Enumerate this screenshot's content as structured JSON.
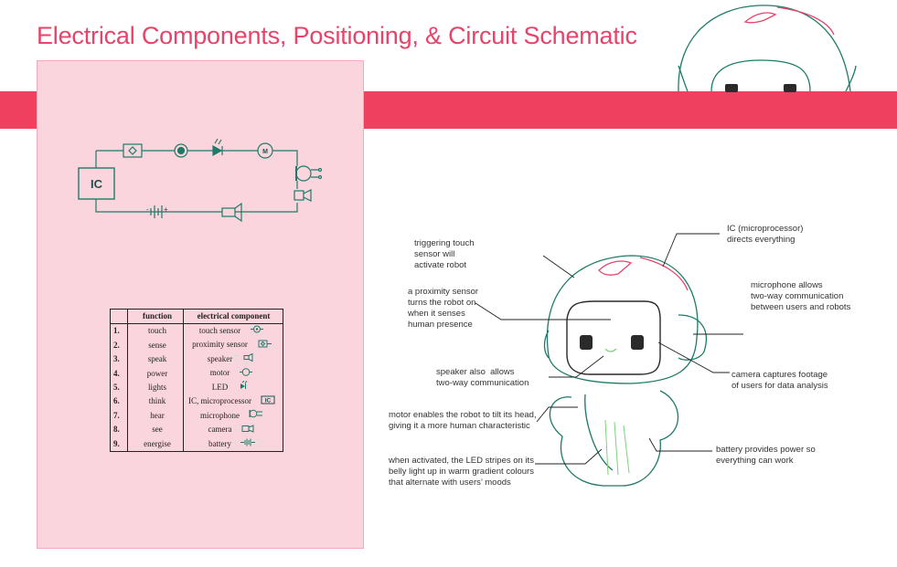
{
  "title": "Electrical Components, Positioning, & Circuit Schematic",
  "colors": {
    "accent": "#ef4060",
    "panel": "#fbd5dd",
    "teal": "#1e7a68",
    "red": "#e8436a"
  },
  "circuit": {
    "ic_label": "IC",
    "motor_label": "M",
    "battery_minus": "-",
    "battery_plus": "+"
  },
  "table": {
    "headers": {
      "function": "function",
      "component": "electrical component"
    },
    "rows": [
      {
        "num": "1.",
        "function": "touch",
        "component": "touch sensor",
        "icon": "touch-sensor-icon"
      },
      {
        "num": "2.",
        "function": "sense",
        "component": "proximity sensor",
        "icon": "proximity-sensor-icon"
      },
      {
        "num": "3.",
        "function": "speak",
        "component": "speaker",
        "icon": "speaker-icon"
      },
      {
        "num": "4.",
        "function": "power",
        "component": "motor",
        "icon": "motor-icon"
      },
      {
        "num": "5.",
        "function": "lights",
        "component": "LED",
        "icon": "led-icon"
      },
      {
        "num": "6.",
        "function": "think",
        "component": "IC, microprocessor",
        "icon": "ic-icon"
      },
      {
        "num": "7.",
        "function": "hear",
        "component": "microphone",
        "icon": "microphone-icon"
      },
      {
        "num": "8.",
        "function": "see",
        "component": "camera",
        "icon": "camera-icon"
      },
      {
        "num": "9.",
        "function": "energise",
        "component": "battery",
        "icon": "battery-icon"
      }
    ]
  },
  "annotations": {
    "touch": "triggering touch\nsensor will\nactivate robot",
    "ic": "IC (microprocessor)\ndirects everything",
    "proximity": "a proximity sensor\nturns the robot on\nwhen it senses\nhuman presence",
    "microphone": "microphone allows\ntwo-way communication\nbetween users and robots",
    "speaker": "speaker also  allows\ntwo-way communication",
    "camera": "camera captures footage\nof users for data analysis",
    "motor": "motor enables the robot to tilt its head,\ngiving it a more human characteristic",
    "battery": "battery provides power so\neverything can work",
    "led": "when activated, the LED stripes on its\nbelly light up in warm gradient colours\nthat alternate with users’ moods"
  }
}
